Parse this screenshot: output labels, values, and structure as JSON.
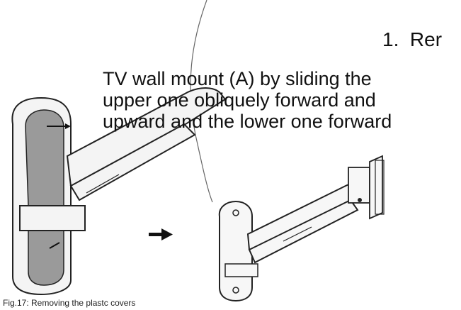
{
  "instruction": {
    "number": "1.",
    "text_fragment": "Rer",
    "lines": [
      "TV wall mount (A) by sliding the",
      "upper one obliquely forward and",
      "upward and the lower one forward"
    ]
  },
  "figure": {
    "caption": "Fig.17: Removing the plastc covers",
    "left_drawing": "wall-mount-with-covers",
    "right_drawing": "wall-mount-without-covers",
    "arrow": "arrow-right-icon"
  }
}
